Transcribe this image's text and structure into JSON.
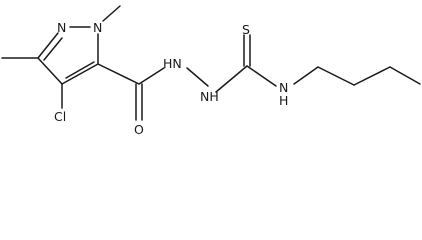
{
  "molecule": {
    "atoms": {
      "n_ring": "N",
      "n_methyl": "N",
      "cl": "Cl",
      "o": "O",
      "hn_hydrazide": "HN",
      "nh_hydrazine": "NH",
      "s": "S",
      "nh_butyl": "N",
      "h_butyl": "H"
    }
  }
}
